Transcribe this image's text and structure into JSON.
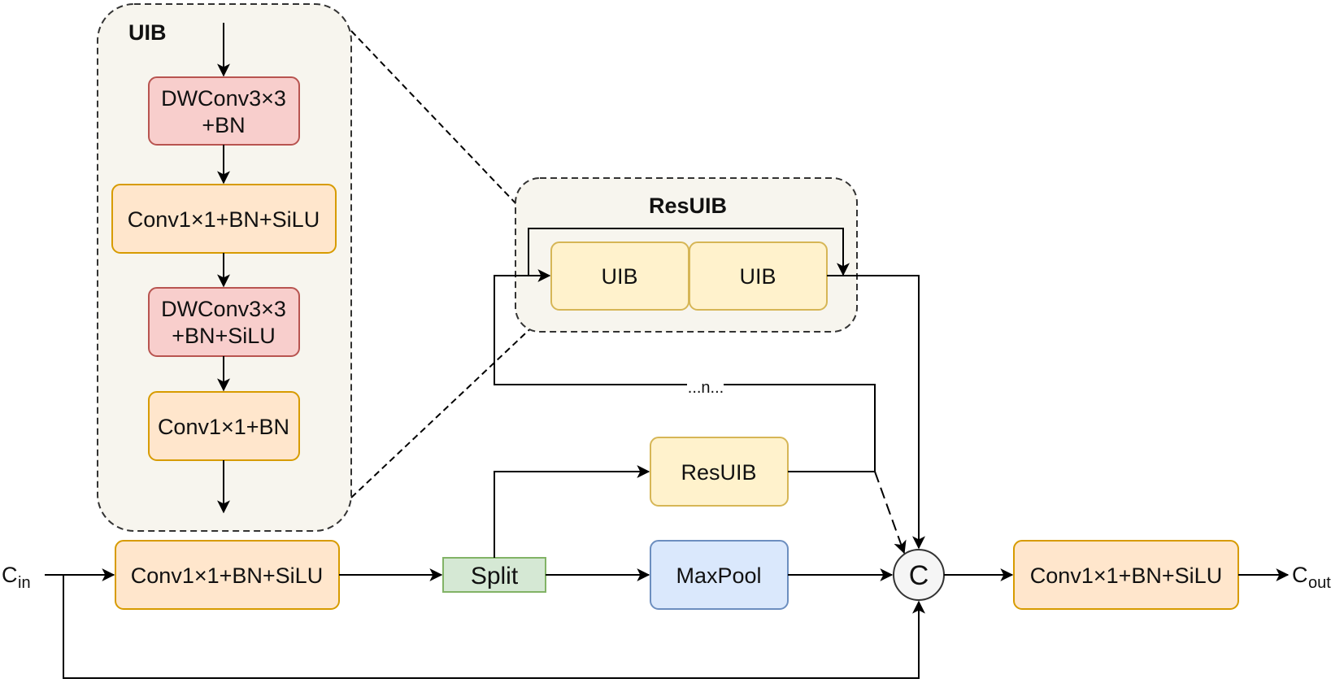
{
  "colors": {
    "orange_fill": "#ffe6cc",
    "orange_stroke": "#d79b00",
    "red_fill": "#f8cecc",
    "red_stroke": "#b85450",
    "yellow_fill": "#fff2cc",
    "yellow_stroke": "#d6b656",
    "green_fill": "#d5e8d4",
    "green_stroke": "#82b366",
    "blue_fill": "#dae8fc",
    "blue_stroke": "#6c8ebf",
    "group_fill": "#f7f5ee",
    "group_stroke": "#333333",
    "concat_fill": "#f5f5f5",
    "line": "#000000"
  },
  "uib_group": {
    "title": "UIB",
    "blocks": [
      {
        "line1": "DWConv3×3",
        "line2": "+BN"
      },
      {
        "text": "Conv1×1+BN+SiLU"
      },
      {
        "line1": "DWConv3×3",
        "line2": "+BN+SiLU"
      },
      {
        "text": "Conv1×1+BN"
      }
    ]
  },
  "resuib_group": {
    "title": "ResUIB",
    "blocks": [
      "UIB",
      "UIB"
    ]
  },
  "repeat_label": "...n...",
  "main": {
    "input_label": "C",
    "input_sub": "in",
    "conv_in": "Conv1×1+BN+SiLU",
    "split": "Split",
    "resuib": "ResUIB",
    "maxpool": "MaxPool",
    "concat": "C",
    "conv_out": "Conv1×1+BN+SiLU",
    "output_label": "C",
    "output_sub": "out"
  }
}
